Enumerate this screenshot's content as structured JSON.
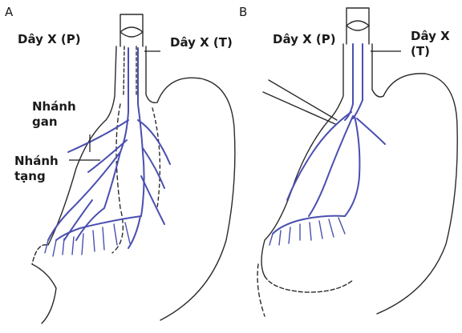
{
  "colors": {
    "nerve": "#4a4fb0",
    "outline": "#2a2a2a",
    "background": "#ffffff"
  },
  "panels": {
    "a": {
      "letter": "A",
      "labels": {
        "right_vagus": "Dây X (P)",
        "left_vagus": "Dây X (T)",
        "hepatic_branch": "Nhánh\ngan",
        "celiac_branch": "Nhánh\ntạng"
      }
    },
    "b": {
      "letter": "B",
      "labels": {
        "right_vagus": "Dây X (P)",
        "left_vagus": "Dây X\n(T)"
      }
    }
  }
}
